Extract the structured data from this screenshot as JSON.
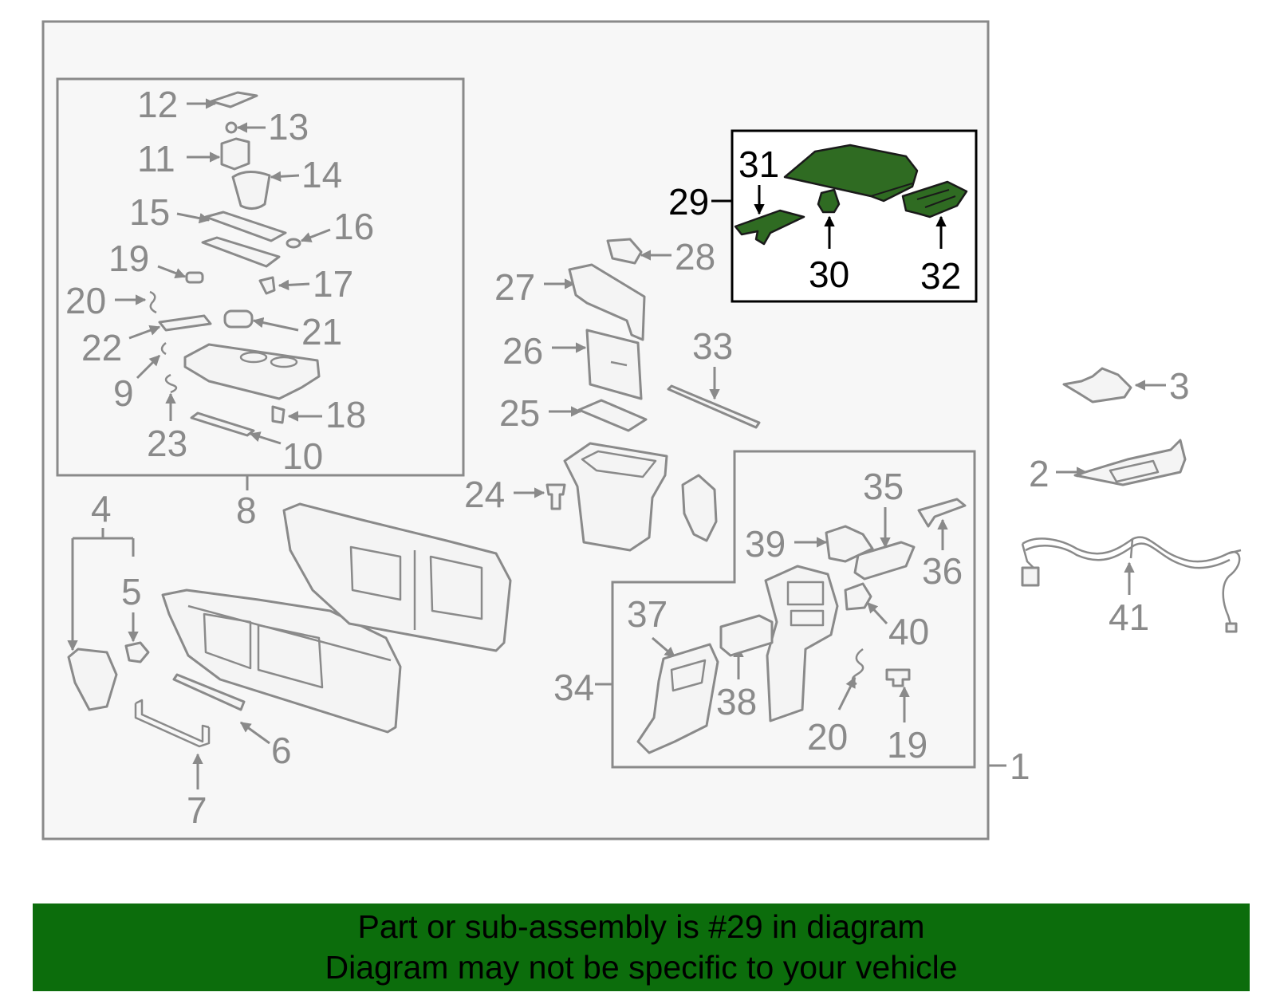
{
  "diagram": {
    "callouts": {
      "c1": "1",
      "c2": "2",
      "c3": "3",
      "c4": "4",
      "c5": "5",
      "c6": "6",
      "c7": "7",
      "c8": "8",
      "c9": "9",
      "c10": "10",
      "c11": "11",
      "c12": "12",
      "c13": "13",
      "c14": "14",
      "c15": "15",
      "c16": "16",
      "c17": "17",
      "c18": "18",
      "c19a": "19",
      "c19b": "19",
      "c20a": "20",
      "c20b": "20",
      "c21": "21",
      "c22": "22",
      "c23": "23",
      "c24": "24",
      "c25": "25",
      "c26": "26",
      "c27": "27",
      "c28": "28",
      "c29": "29",
      "c30": "30",
      "c31": "31",
      "c32": "32",
      "c33": "33",
      "c34": "34",
      "c35": "35",
      "c36": "36",
      "c37": "37",
      "c38": "38",
      "c39": "39",
      "c40": "40",
      "c41": "41"
    },
    "highlight_color": "#2f6b22",
    "line_color": "#8a8a8a"
  },
  "banner": {
    "line1": "Part or sub-assembly is #29 in diagram",
    "line2": "Diagram may not be specific to your vehicle",
    "color": "#0c6d0c"
  }
}
